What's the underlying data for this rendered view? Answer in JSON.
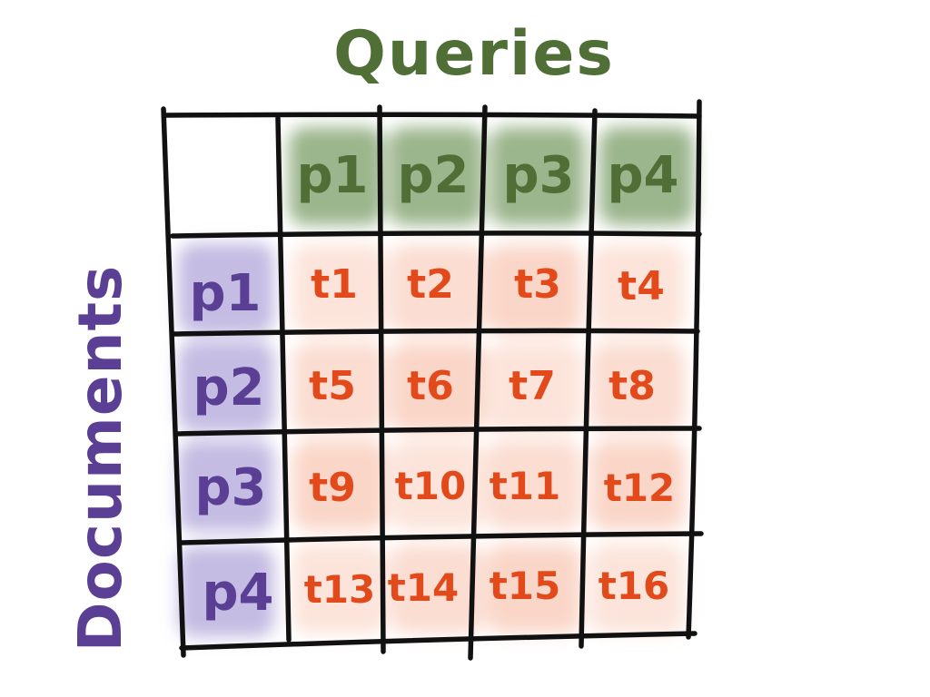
{
  "diagram": {
    "top_label": "Queries",
    "side_label": "Documents",
    "column_headers": [
      "p1",
      "p2",
      "p3",
      "p4"
    ],
    "row_headers": [
      "p1",
      "p2",
      "p3",
      "p4"
    ],
    "cells": [
      [
        "t1",
        "t2",
        "t3",
        "t4"
      ],
      [
        "t5",
        "t6",
        "t7",
        "t8"
      ],
      [
        "t9",
        "t10",
        "t11",
        "t12"
      ],
      [
        "t13",
        "t14",
        "t15",
        "t16"
      ]
    ],
    "colors": {
      "query": "#4f6f36",
      "query_fill": "#8aa878",
      "document": "#5a3f94",
      "document_fill": "#b0a6da",
      "cell_text": "#e24a1b",
      "cell_fill": "#f8c4b0",
      "line": "#111111"
    }
  }
}
